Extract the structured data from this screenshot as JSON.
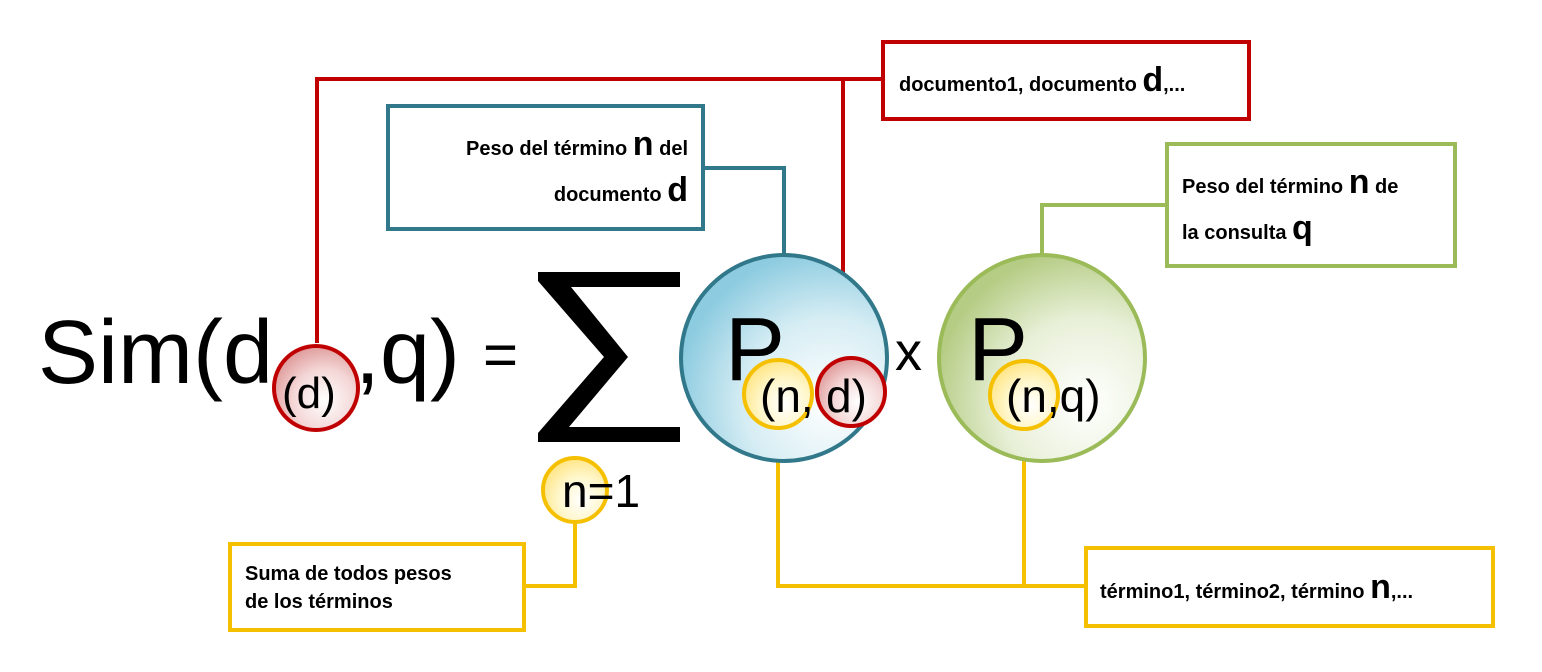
{
  "colors": {
    "red": "#c00000",
    "teal": "#31788a",
    "green": "#9bbb59",
    "yellow": "#f5c000",
    "text": "#000000"
  },
  "formula": {
    "lhs_prefix": "Sim(d",
    "lhs_sub": "(d)",
    "lhs_suffix": ",q)",
    "equals": "=",
    "sum_symbol": "∑",
    "sum_lower": "n=1",
    "p1_main": "P",
    "p1_sub_n": "(n,",
    "p1_sub_d": "d)",
    "times": "x",
    "p2_main": "P",
    "p2_sub": "(n,q)"
  },
  "labels": {
    "documents": {
      "text": "documento1, documento ",
      "big": "d",
      "tail": ",..."
    },
    "weight_doc": {
      "line1_text": "Peso del término ",
      "line1_big": "n",
      "line1_tail": " del",
      "line2_text": "documento ",
      "line2_big": "d"
    },
    "weight_query": {
      "line1_text": "Peso del término ",
      "line1_big": "n",
      "line1_tail": " de",
      "line2_text": "la consulta ",
      "line2_big": "q"
    },
    "sum_weights": {
      "line1": "Suma de todos pesos",
      "line2": "de los términos"
    },
    "terms": {
      "text": "término1, término2, término ",
      "big": "n",
      "tail": ",..."
    }
  }
}
